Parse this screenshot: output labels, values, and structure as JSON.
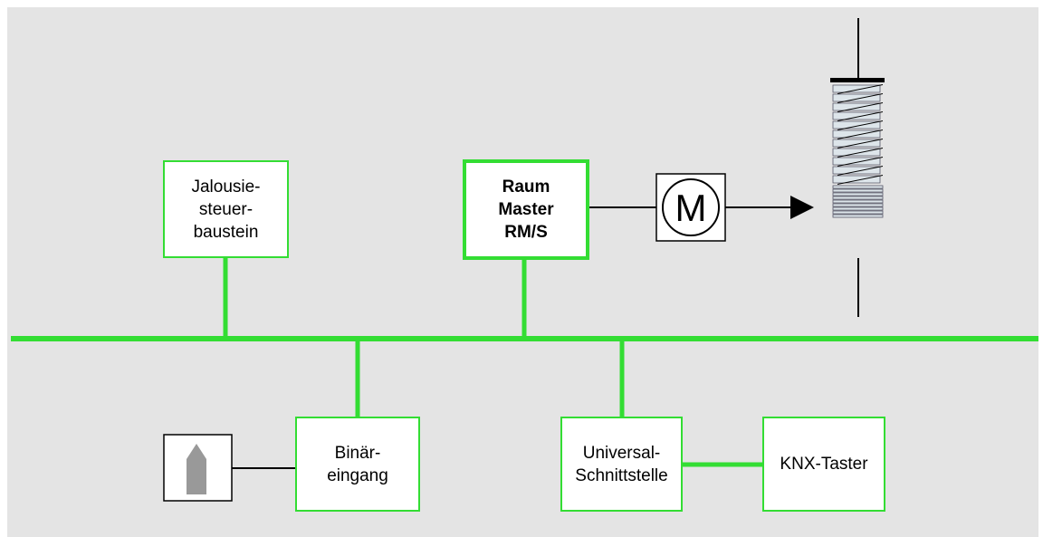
{
  "nodes": {
    "jalousie": {
      "label": "Jalousie-\nsteuer-\nbaustein"
    },
    "raummaster": {
      "label": "Raum\nMaster\nRM/S"
    },
    "motor": {
      "label": "M"
    },
    "binaer": {
      "label": "Binär-\neingang"
    },
    "universal": {
      "label": "Universal-\nSchnittstelle"
    },
    "knx": {
      "label": "KNX-Taster"
    }
  },
  "colors": {
    "bus": "#33dd33",
    "background": "#e4e4e4",
    "line": "#000000"
  },
  "icons": [
    "motor-icon",
    "blind-icon",
    "window-contact-icon"
  ]
}
